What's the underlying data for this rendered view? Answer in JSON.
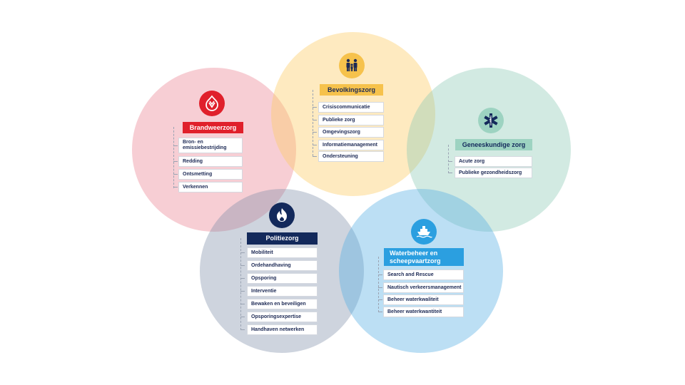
{
  "groups": {
    "brandweer": {
      "title": "Brandweerzorg",
      "color": "#e0202b",
      "icon": "fire-brigade-icon",
      "items": [
        "Bron- en emissiebestrijding",
        "Redding",
        "Ontsmetting",
        "Verkennen"
      ]
    },
    "bevolking": {
      "title": "Bevolkingszorg",
      "color": "#f6c24c",
      "icon": "family-icon",
      "items": [
        "Crisiscommunicatie",
        "Publieke zorg",
        "Omgevingszorg",
        "Informatiemanagement",
        "Ondersteuning"
      ]
    },
    "genees": {
      "title": "Geneeskundige zorg",
      "color": "#9dd3c1",
      "icon": "star-of-life-icon",
      "items": [
        "Acute zorg",
        "Publieke gezondheidszorg"
      ]
    },
    "politie": {
      "title": "Politiezorg",
      "color": "#13295b",
      "icon": "police-flame-icon",
      "items": [
        "Mobiliteit",
        "Ordehandhaving",
        "Opsporing",
        "Interventie",
        "Bewaken en beveiligen",
        "Opsporingsexpertise",
        "Handhaven netwerken"
      ]
    },
    "water": {
      "title": "Waterbeheer en scheepvaartzorg",
      "color": "#2b9fe0",
      "icon": "ship-icon",
      "items": [
        "Search and Rescue",
        "Nautisch verkeersmanagement",
        "Beheer waterkwaliteit",
        "Beheer waterkwantiteit"
      ]
    }
  }
}
